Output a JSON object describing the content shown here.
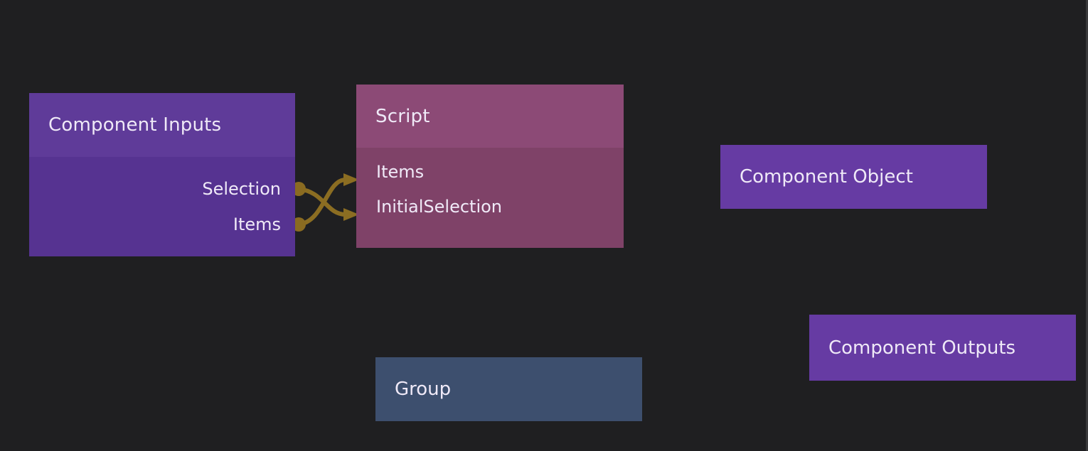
{
  "editor": {
    "background_color": "#1f1f21",
    "wire_color": "#8b6d22",
    "port_dot_color": "#8a6b21",
    "text_color": "#efe9f7"
  },
  "nodes": {
    "component_inputs": {
      "title": "Component Inputs",
      "header_color": "#5f3b99",
      "body_color": "#563391",
      "output_ports": [
        {
          "label": "Selection"
        },
        {
          "label": "Items"
        }
      ]
    },
    "script": {
      "title": "Script",
      "header_color": "#8c4a76",
      "body_color": "#7f4268",
      "input_ports": [
        {
          "label": "Items"
        },
        {
          "label": "InitialSelection"
        }
      ]
    },
    "component_object": {
      "title": "Component Object",
      "color": "#663ba3"
    },
    "component_outputs": {
      "title": "Component Outputs",
      "color": "#663ba3"
    },
    "group": {
      "title": "Group",
      "color": "#3d4f6e"
    }
  },
  "connections": [
    {
      "from": "Component Inputs.Selection",
      "to": "Script.InitialSelection"
    },
    {
      "from": "Component Inputs.Items",
      "to": "Script.Items"
    }
  ]
}
